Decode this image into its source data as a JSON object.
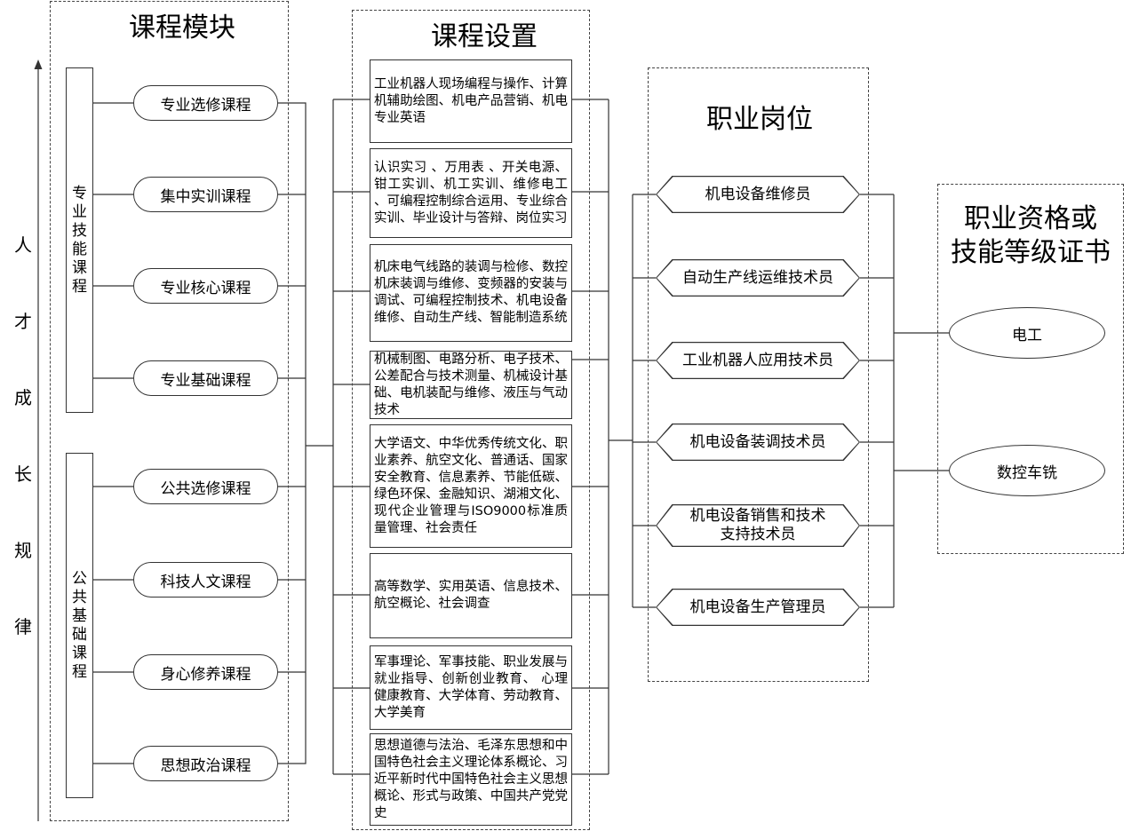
{
  "headings": {
    "modules": "课程模块",
    "setup": "课程设置",
    "jobs": "职业岗位",
    "certs": "职业资格或\n技能等级证书"
  },
  "growth_label": [
    "人",
    "才",
    "成",
    "长",
    "规",
    "律"
  ],
  "groups": {
    "professional": "专业技能课程",
    "public": "公共基础课程"
  },
  "modules": [
    "专业选修课程",
    "集中实训课程",
    "专业核心课程",
    "专业基础课程",
    "公共选修课程",
    "科技人文课程",
    "身心修养课程",
    "思想政治课程"
  ],
  "courses": [
    "工业机器人现场编程与操作、计算机辅助绘图、机电产品营销、机电专业英语",
    "认识实习 、万用表 、开关电源、钳工实训、机工实训、维修电工 、可编程控制综合运用、专业综合实训、毕业设计与答辩、岗位实习",
    "机床电气线路的装调与检修、数控机床装调与维修、变频器的安装与调试、可编程控制技术、机电设备维修、自动生产线、智能制造系统",
    "机械制图、电路分析、电子技术、公差配合与技术测量、机械设计基础、电机装配与维修、液压与气动技术",
    "大学语文、中华优秀传统文化、职业素养、航空文化、普通话、国家安全教育、信息素养、节能低碳、绿色环保、金融知识、湖湘文化、现代企业管理与ISO9000标准质量管理、社会责任",
    "高等数学、实用英语、信息技术、航空概论、社会调查",
    "军事理论、军事技能、职业发展与就业指导、创新创业教育、 心理健康教育、大学体育、劳动教育、大学美育",
    "思想道德与法治、毛泽东思想和中国特色社会主义理论体系概论、习近平新时代中国特色社会主义思想概论、形式与政策、中国共产党党史"
  ],
  "jobs": [
    "机电设备维修员",
    "自动生产线运维技术员",
    "工业机器人应用技术员",
    "机电设备装调技术员",
    "机电设备销售和技术\n支持技术员",
    "机电设备生产管理员"
  ],
  "certs": [
    "电工",
    "数控车铣"
  ]
}
